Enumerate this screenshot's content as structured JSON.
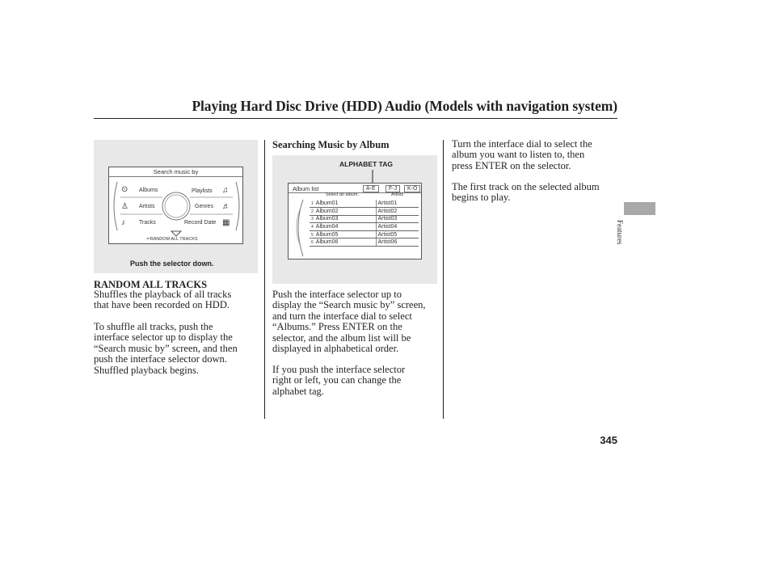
{
  "page": {
    "title": "Playing Hard Disc Drive (HDD) Audio (Models with navigation system)",
    "side_label": "Features",
    "page_number": "345"
  },
  "figure1": {
    "screen_title": "Search music by",
    "items": [
      "Albums",
      "Playlists",
      "Artists",
      "Genres",
      "Tracks",
      "Record Date"
    ],
    "random_label": "✂RANDOM ALL TRACKS",
    "caption": "Push the selector down."
  },
  "figure2": {
    "tag_label": "ALPHABET TAG",
    "list_title": "Album list",
    "tabs": [
      "A-E",
      "F-J",
      "K-O"
    ],
    "subheader_left": "Select an album.",
    "subheader_right": "Artists",
    "rows": [
      {
        "num": "1",
        "album": "Album01",
        "artist": "Artist01"
      },
      {
        "num": "2",
        "album": "Album02",
        "artist": "Artist02"
      },
      {
        "num": "3",
        "album": "Album03",
        "artist": "Artist03"
      },
      {
        "num": "4",
        "album": "Album04",
        "artist": "Artist04"
      },
      {
        "num": "5",
        "album": "Album05",
        "artist": "Artist05"
      },
      {
        "num": "6",
        "album": "Album06",
        "artist": "Artist06"
      }
    ]
  },
  "col1": {
    "heading": "RANDOM ALL TRACKS",
    "p1": [
      "Shuffles the playback of all tracks",
      "that have been recorded on HDD."
    ],
    "p2": [
      "To shuffle all tracks, push the",
      "interface selector up to display the",
      "“Search music by” screen, and then",
      "push the interface selector down.",
      "Shuffled playback begins."
    ]
  },
  "col2": {
    "heading": "Searching Music by Album",
    "p1": [
      "Push the interface selector up to",
      "display the “Search music by” screen,",
      "and turn the interface dial to select",
      "“Albums.” Press ENTER on the",
      "selector, and the album list will be",
      "displayed in alphabetical order."
    ],
    "p2": [
      "If you push the interface selector",
      "right or left, you can change the",
      "alphabet tag."
    ]
  },
  "col3": {
    "p1": [
      "Turn the interface dial to select the",
      "album you want to listen to, then",
      "press ENTER on the selector."
    ],
    "p2": [
      "The first track on the selected album",
      "begins to play."
    ]
  }
}
